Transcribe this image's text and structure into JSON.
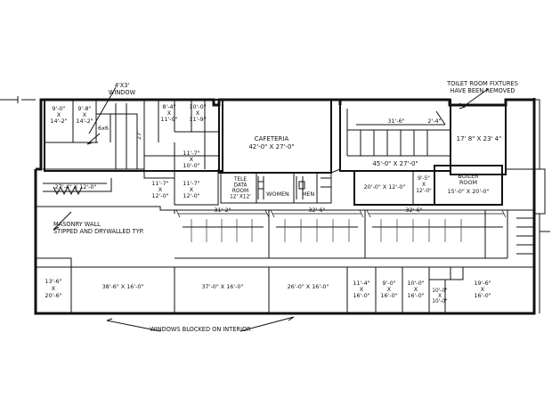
{
  "notes": {
    "window_4x3_line1": "4'X3'",
    "window_4x3_line2": "WINDOW",
    "toilet_fixtures_line1": "TOILET ROOM FIXTURES",
    "toilet_fixtures_line2": "HAVE BEEN REMOVED",
    "masonry_line1": "MASONRY WALL",
    "masonry_line2": "STIPPED AND DRYWALLED TYP.",
    "windows_blocked": "WINDOWS BLOCKED ON INTERIOR"
  },
  "rooms": {
    "r_9_0": [
      "9'-0\"",
      "X",
      "14'-2\""
    ],
    "r_9_8": [
      "9'-8\"",
      "X",
      "14'-2\""
    ],
    "r_6x6": [
      "6x6"
    ],
    "r_27": [
      "27'"
    ],
    "r_8_4": [
      "8'-4\"",
      "X",
      "11'-9\""
    ],
    "r_10_0a": [
      "10'-0\"",
      "X",
      "11'-9\""
    ],
    "r_11_7a": [
      "11'-7\"",
      "X",
      "10'-0\""
    ],
    "r_11_7b": [
      "11'-7\"",
      "X",
      "12'-0\""
    ],
    "r_11_7c": [
      "11'-7\"",
      "X",
      "12'-0\""
    ],
    "r_27_4": [
      "27'-4\" X 12'-0\""
    ],
    "cafeteria": [
      "CAFETERIA",
      "42'-0\" X 27'-0\""
    ],
    "tele_data": [
      "TELE",
      "DATA",
      "ROOM",
      "12' X12'"
    ],
    "women": [
      "WOMEN"
    ],
    "men": [
      "MEN"
    ],
    "r_31_6": [
      "31'-6\""
    ],
    "r_2_4": [
      "2'-4\""
    ],
    "r_45_0": [
      "45'-0\" X 27'-0\""
    ],
    "r_17_8": [
      "17' 8\" X 23' 4\""
    ],
    "r_20_0": [
      "20'-0\" X 12'-0\""
    ],
    "r_9_5": [
      "9'-5\"",
      "X",
      "12'-0\""
    ],
    "boiler": [
      "BOILER",
      "ROOM",
      "15'-0\" X 20'-0\""
    ],
    "r_13_6": [
      "13'-6\"",
      "X",
      "20'-6\""
    ],
    "r_38_6": [
      "38'-6\" X 16'-0\""
    ],
    "r_37_0": [
      "37'-0\" X 16'-0\""
    ],
    "r_26_0": [
      "26'-0\" X 16'-0\""
    ],
    "r_11_4": [
      "11'-4\"",
      "X",
      "16'-0\""
    ],
    "r_9_0b": [
      "9'-0\"",
      "X",
      "16'-0\""
    ],
    "r_10_0b": [
      "10'-0\"",
      "X",
      "16'-0\""
    ],
    "r_10_0c": [
      "10'-0\"",
      "X",
      "10'-0\""
    ],
    "r_19_6": [
      "19'-6\"",
      "X",
      "16'-0\""
    ]
  },
  "dimensions": {
    "corridor_a": "31'-2\"",
    "corridor_b": "32'-6\"",
    "corridor_c": "32'-6\""
  }
}
